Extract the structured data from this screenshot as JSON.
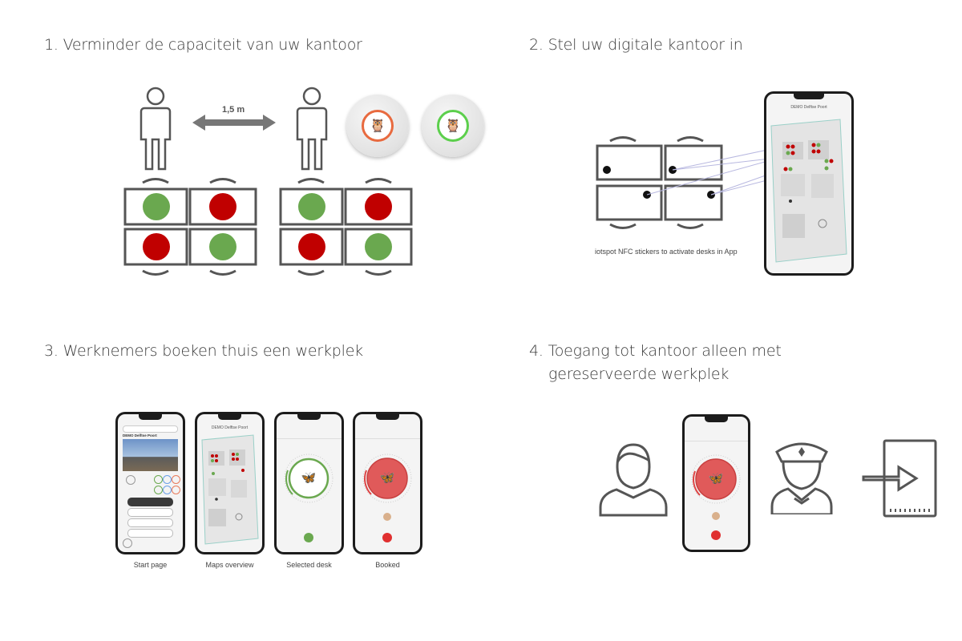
{
  "sections": {
    "s1": {
      "title": "1. Verminder de capaciteit van uw kantoor",
      "distance": "1,5 m"
    },
    "s2": {
      "title": "2. Stel uw digitale kantoor in",
      "nfc_caption": "iotspot NFC stickers to activate desks in App"
    },
    "s3": {
      "title": "3. Werknemers boeken thuis een werkplek",
      "phones": [
        {
          "caption": "Start page"
        },
        {
          "caption": "Maps overview"
        },
        {
          "caption": "Selected desk"
        },
        {
          "caption": "Booked"
        }
      ]
    },
    "s4": {
      "title_line1": "4. Toegang tot kantoor alleen met",
      "title_line2": "gereserveerde werkplek"
    }
  },
  "colors": {
    "available": "#6aa84f",
    "occupied": "#c00000",
    "desk_outline": "#555555",
    "sensor_red": "#e86a3f",
    "sensor_green": "#5ccf4c"
  },
  "icons": {
    "person": "person-icon",
    "arrow": "double-arrow-icon",
    "owl": "owl-icon",
    "butterfly": "butterfly-icon",
    "employee": "employee-icon",
    "guard": "security-guard-icon",
    "exit": "door-entry-icon"
  }
}
